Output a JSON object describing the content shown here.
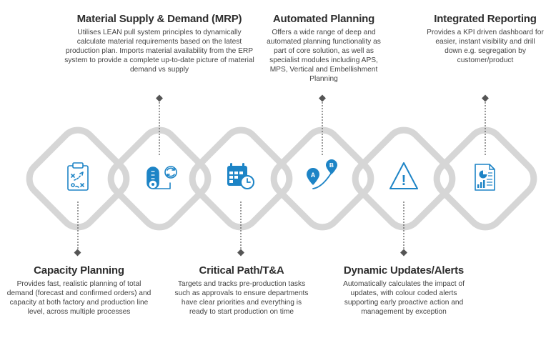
{
  "colors": {
    "diamond_outline": "#d6d6d6",
    "icon_blue": "#1d84c6",
    "connector": "#555555",
    "title_text": "#2e2e2e",
    "body_text": "#444444"
  },
  "features": [
    {
      "title": "Capacity Planning",
      "description": "Provides fast, realistic planning of total demand (forecast and confirmed orders) and capacity at both factory and production line level, across multiple processes",
      "icon": "clipboard-plan-icon",
      "text_position": "bottom"
    },
    {
      "title": "Material Supply & Demand (MRP)",
      "description": "Utilises LEAN pull system principles to dynamically calculate material requirements based on the latest production plan. Imports material availability from the ERP system to provide a complete up-to-date picture of material demand vs supply",
      "icon": "material-roll-refresh-icon",
      "text_position": "top"
    },
    {
      "title": "Critical Path/T&A",
      "description": "Targets and tracks pre-production tasks such as approvals to ensure departments have clear priorities and everything is ready to start production on time",
      "icon": "calendar-clock-icon",
      "text_position": "bottom"
    },
    {
      "title": "Automated Planning",
      "description": "Offers a wide range of deep and automated planning functionality as part of core solution, as well as specialist modules including APS, MPS, Vertical and Embellishment Planning",
      "icon": "route-pins-icon",
      "text_position": "top",
      "icon_labels": [
        "A",
        "B"
      ]
    },
    {
      "title": "Dynamic Updates/Alerts",
      "description": "Automatically calculates the impact of updates, with colour coded alerts supporting early proactive action and management by exception",
      "icon": "warning-triangle-icon",
      "text_position": "bottom",
      "icon_labels": [
        "!"
      ]
    },
    {
      "title": "Integrated Reporting",
      "description": "Provides a KPI driven dashboard for easier, instant visibility and drill down e.g. segregation by customer/product",
      "icon": "report-dashboard-icon",
      "text_position": "top"
    }
  ]
}
